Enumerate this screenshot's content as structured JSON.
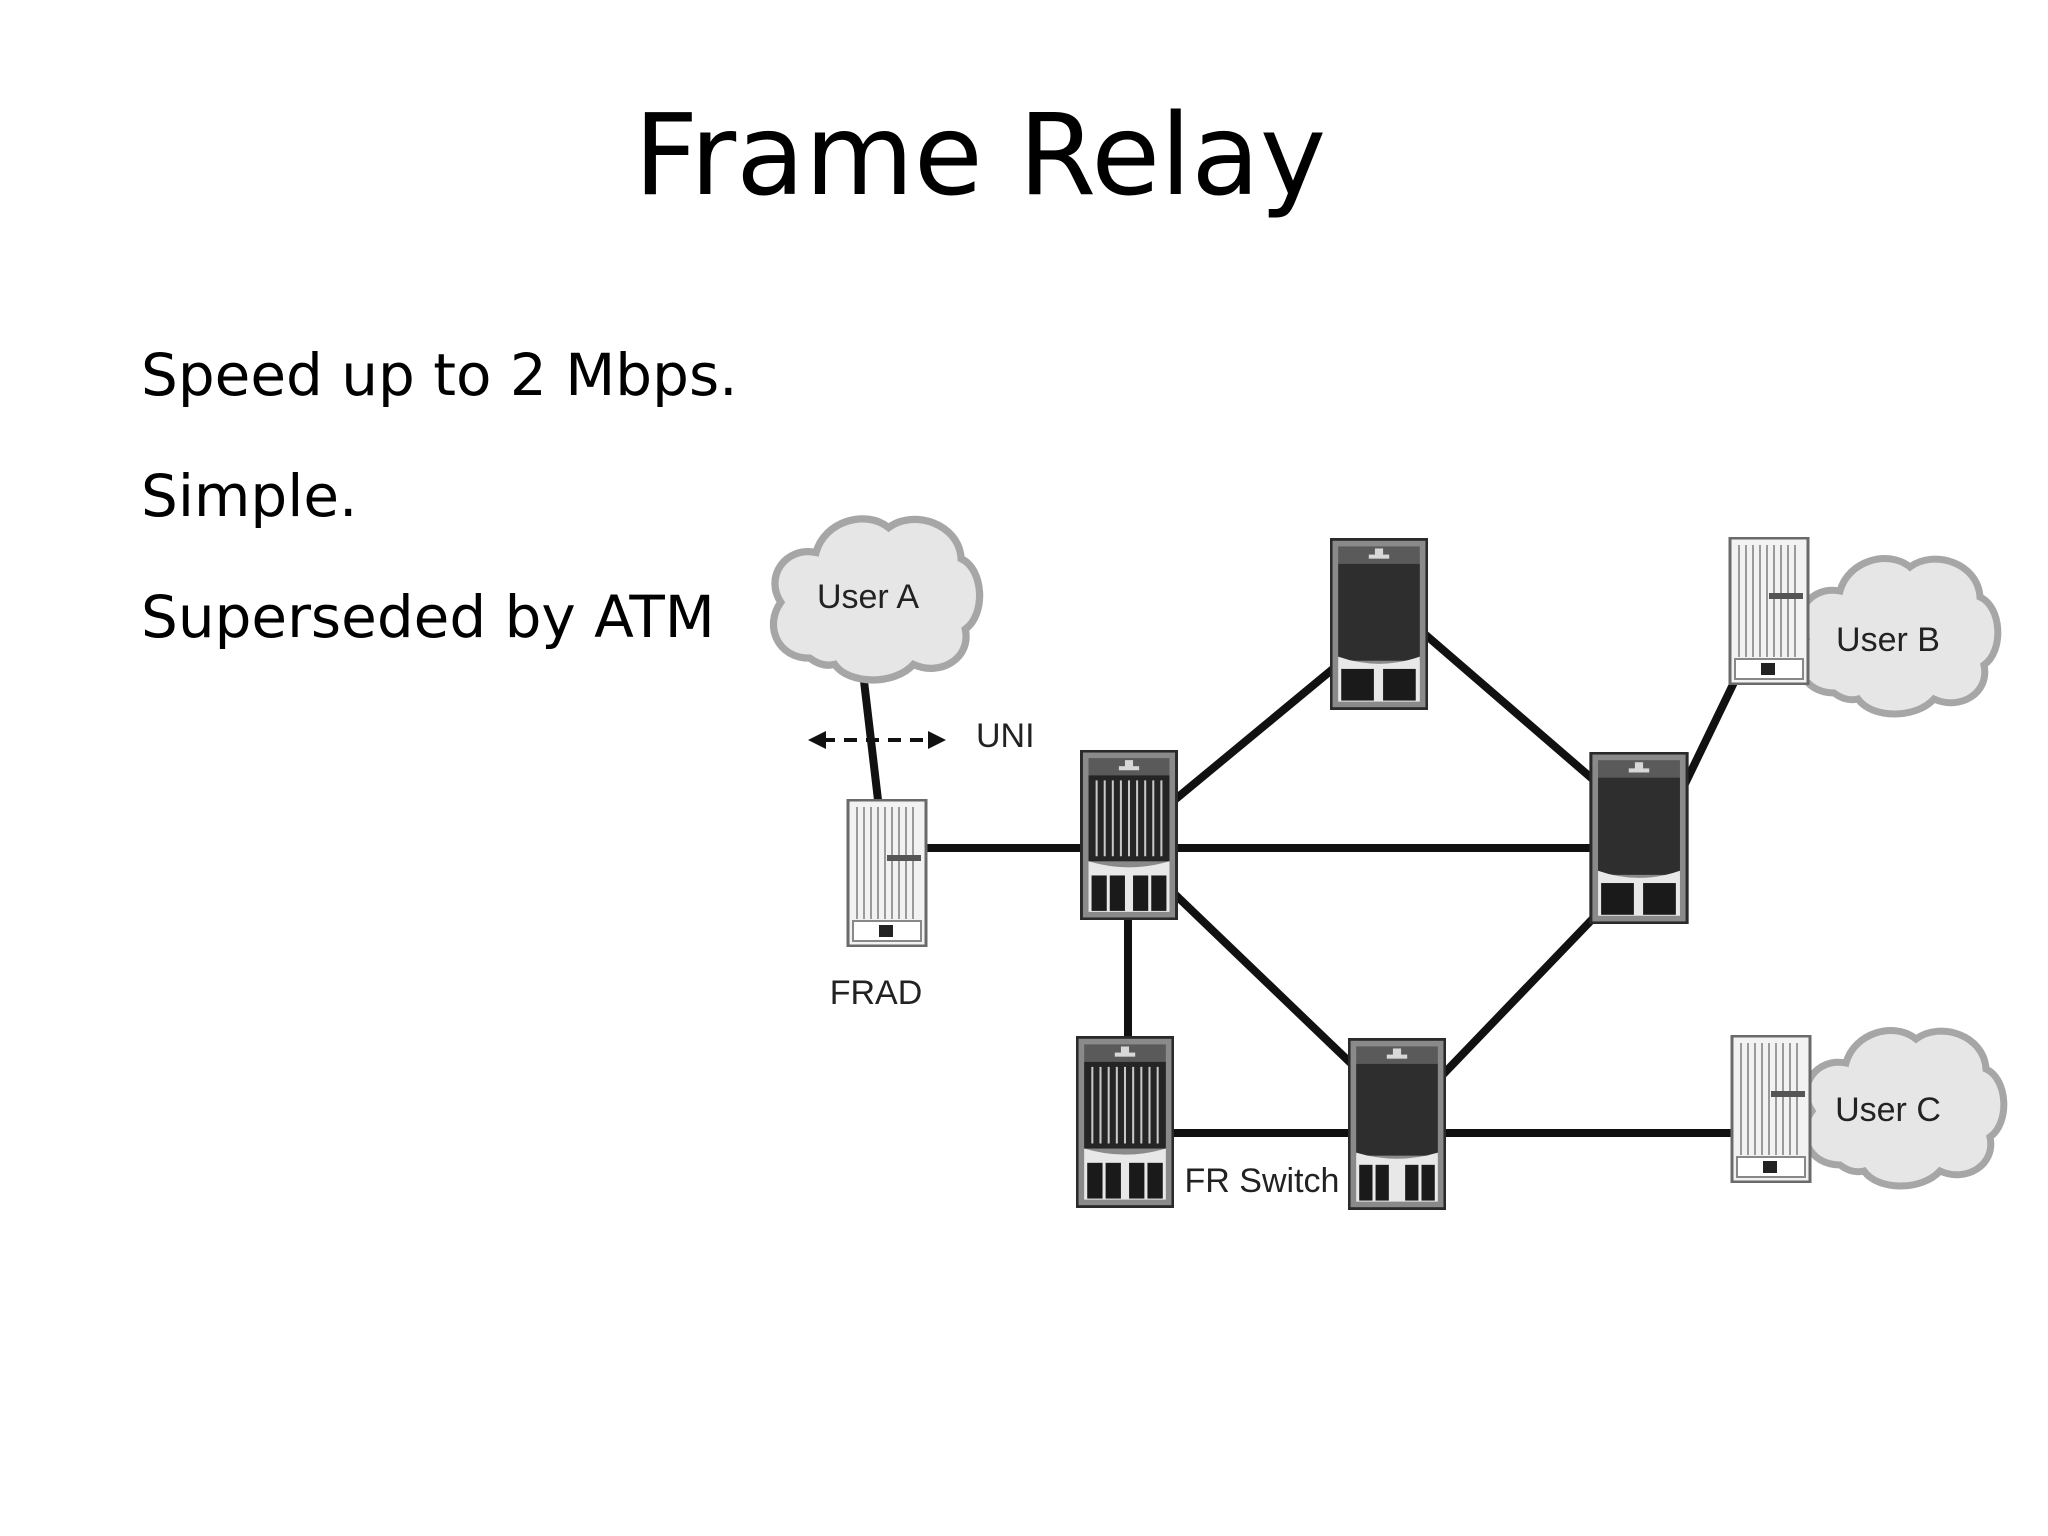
{
  "title": "Frame Relay",
  "bullets": [
    "Speed up to 2 Mbps.",
    "Simple.",
    "Superseded by ATM"
  ],
  "diagram": {
    "user_a_label": "User A",
    "user_b_label": "User B",
    "user_c_label": "User C",
    "uni_label": "UNI",
    "frad_label": "FRAD",
    "fr_switch_label": "FR Switch"
  }
}
